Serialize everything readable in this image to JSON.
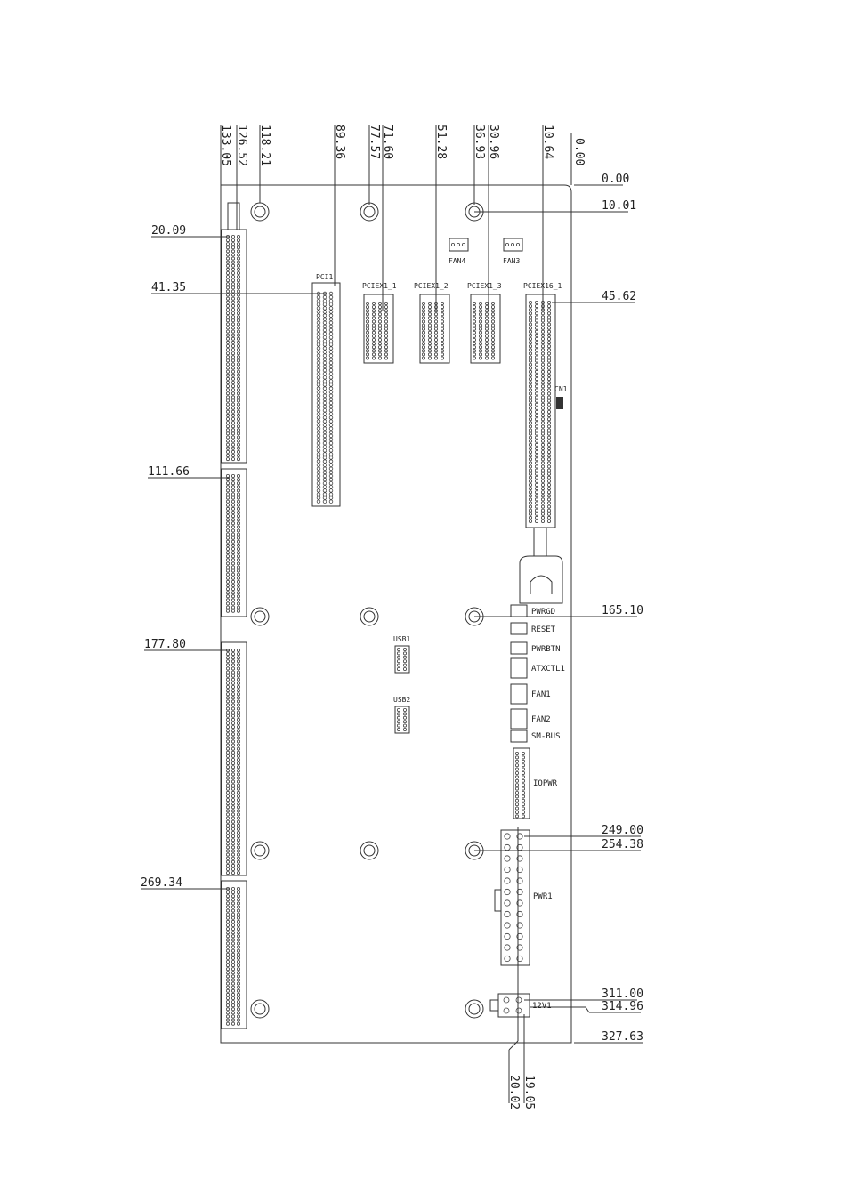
{
  "top_dimensions": [
    "133.05",
    "126.52",
    "118.21",
    "89.36",
    "77.57",
    "71.60",
    "51.28",
    "36.93",
    "30.96",
    "10.64",
    "0.00"
  ],
  "left_dimensions": [
    "20.09",
    "41.35",
    "111.66",
    "177.80",
    "269.34"
  ],
  "right_dimensions": [
    "0.00",
    "10.01",
    "45.62",
    "165.10",
    "249.00",
    "254.38",
    "311.00",
    "314.96",
    "327.63"
  ],
  "bottom_dimensions": [
    "20.02",
    "19.05"
  ],
  "connectors": {
    "fan4": "FAN4",
    "fan3": "FAN3",
    "pci1": "PCI1",
    "pciex1_1": "PCIEX1_1",
    "pciex1_2": "PCIEX1_2",
    "pciex1_3": "PCIEX1_3",
    "pciex16_1": "PCIEX16_1",
    "cn1": "CN1",
    "usb1": "USB1",
    "usb2": "USB2",
    "pwrgd": "PWRGD",
    "reset": "RESET",
    "pwrbtn": "PWRBTN",
    "atxctl1": "ATXCTL1",
    "fan1": "FAN1",
    "fan2": "FAN2",
    "smbus": "SM-BUS",
    "iopwr": "IOPWR",
    "pwr1": "PWR1",
    "v12v1": "12V1"
  },
  "colors": {
    "line": "#333333",
    "text": "#222222",
    "background": "#ffffff"
  }
}
